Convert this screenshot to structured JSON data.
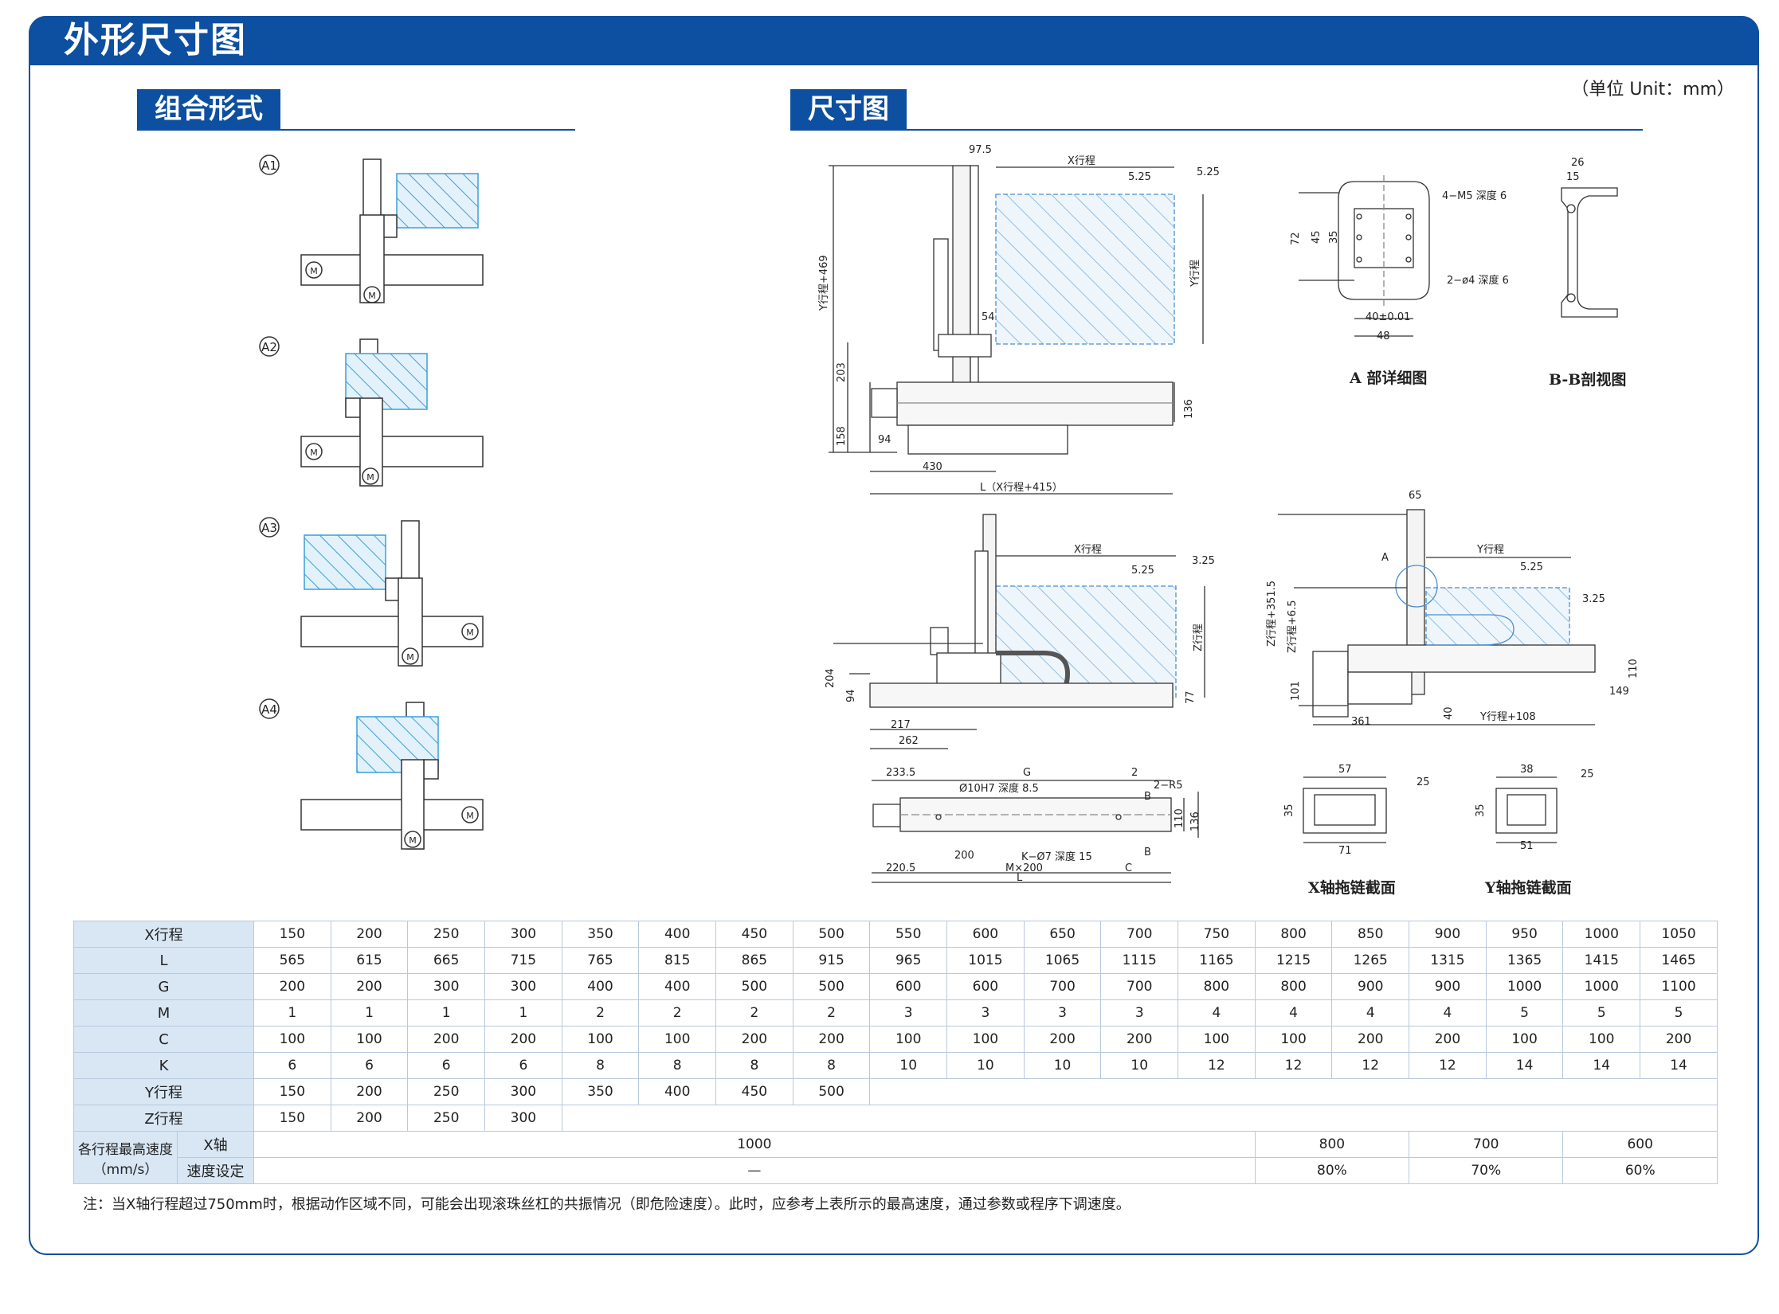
{
  "header": {
    "title": "外形尺寸图"
  },
  "unit_note": "（单位 Unit：mm）",
  "sections": {
    "combo": "组合形式",
    "dims": "尺寸图"
  },
  "combos": [
    {
      "label": "A1",
      "motor": "M"
    },
    {
      "label": "A2",
      "motor": "M"
    },
    {
      "label": "A3",
      "motor": "M"
    },
    {
      "label": "A4",
      "motor": "M"
    }
  ],
  "dim_labels": {
    "d975": "97.5",
    "xstroke": "X行程",
    "d525": "5.25",
    "y469": "Y行程+469",
    "ystroke": "Y行程",
    "d54": "54",
    "d203": "203",
    "d136": "136",
    "d158": "158",
    "d94": "94",
    "d430": "430",
    "lformula": "L（X行程+415）",
    "d325": "3.25",
    "d204": "204",
    "zstroke": "Z行程",
    "d77": "77",
    "d217": "217",
    "d262": "262",
    "d65": "65",
    "marka": "A",
    "z3515": "Z行程+351.5",
    "z65": "Z行程+6.5",
    "d101": "101",
    "d361": "361",
    "y108": "Y行程+108",
    "d40": "40",
    "d110": "110",
    "d149": "149",
    "d2335": "233.5",
    "g": "G",
    "d2": "2",
    "r5": "2−R5",
    "phi10": "Ø10H7  深度 8.5",
    "d200": "200",
    "k7": "K−Ø7  深度 15",
    "d2205": "220.5",
    "mx200": "M×200",
    "c": "C",
    "l": "L",
    "bmark": "B",
    "d72": "72",
    "d45": "45",
    "d35": "35",
    "m5": "4−M5  深度 6",
    "phi4": "2−ø4  深度 6",
    "d4001": "40±0.01",
    "d48": "48",
    "d26": "26",
    "d15": "15",
    "d57": "57",
    "d25": "25",
    "d71": "71",
    "d38": "38",
    "d51": "51"
  },
  "captions": {
    "a_detail": "A 部详细图",
    "bb_section": "B-B剖视图",
    "x_chain": "X轴拖链截面",
    "y_chain": "Y轴拖链截面"
  },
  "table": {
    "strokes": [
      "150",
      "200",
      "250",
      "300",
      "350",
      "400",
      "450",
      "500",
      "550",
      "600",
      "650",
      "700",
      "750",
      "800",
      "850",
      "900",
      "950",
      "1000",
      "1050"
    ],
    "rows": [
      {
        "label": "X行程",
        "values": [
          "150",
          "200",
          "250",
          "300",
          "350",
          "400",
          "450",
          "500",
          "550",
          "600",
          "650",
          "700",
          "750",
          "800",
          "850",
          "900",
          "950",
          "1000",
          "1050"
        ]
      },
      {
        "label": "L",
        "values": [
          "565",
          "615",
          "665",
          "715",
          "765",
          "815",
          "865",
          "915",
          "965",
          "1015",
          "1065",
          "1115",
          "1165",
          "1215",
          "1265",
          "1315",
          "1365",
          "1415",
          "1465"
        ]
      },
      {
        "label": "G",
        "values": [
          "200",
          "200",
          "300",
          "300",
          "400",
          "400",
          "500",
          "500",
          "600",
          "600",
          "700",
          "700",
          "800",
          "800",
          "900",
          "900",
          "1000",
          "1000",
          "1100"
        ]
      },
      {
        "label": "M",
        "values": [
          "1",
          "1",
          "1",
          "1",
          "2",
          "2",
          "2",
          "2",
          "3",
          "3",
          "3",
          "3",
          "4",
          "4",
          "4",
          "4",
          "5",
          "5",
          "5"
        ]
      },
      {
        "label": "C",
        "values": [
          "100",
          "100",
          "200",
          "200",
          "100",
          "100",
          "200",
          "200",
          "100",
          "100",
          "200",
          "200",
          "100",
          "100",
          "200",
          "200",
          "100",
          "100",
          "200"
        ]
      },
      {
        "label": "K",
        "values": [
          "6",
          "6",
          "6",
          "6",
          "8",
          "8",
          "8",
          "8",
          "10",
          "10",
          "10",
          "10",
          "12",
          "12",
          "12",
          "12",
          "14",
          "14",
          "14"
        ]
      },
      {
        "label": "Y行程",
        "values": [
          "150",
          "200",
          "250",
          "300",
          "350",
          "400",
          "450",
          "500"
        ]
      },
      {
        "label": "Z行程",
        "values": [
          "150",
          "200",
          "250",
          "300"
        ]
      }
    ],
    "speed_label": "各行程最高速度\n（mm/s）",
    "speed_x_label": "X轴",
    "speed_set_label": "速度设定",
    "speed_x": [
      "1000",
      "800",
      "700",
      "600"
    ],
    "speed_set": [
      "—",
      "80%",
      "70%",
      "60%"
    ]
  },
  "note": "注：当X轴行程超过750mm时，根据动作区域不同，可能会出现滚珠丝杠的共振情况（即危险速度）。此时，应参考上表所示的最高速度，通过参数或程序下调速度。"
}
